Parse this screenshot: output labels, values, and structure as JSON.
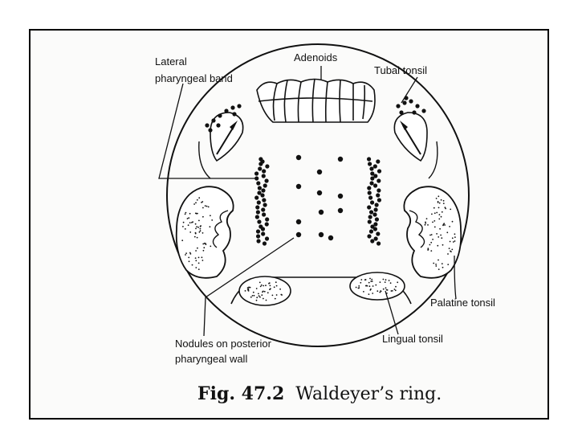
{
  "labels": {
    "lateral_band_line1": "Lateral",
    "lateral_band_line2": "pharyngeal band",
    "adenoids": "Adenoids",
    "tubal_tonsil": "Tubal tonsil",
    "palatine_tonsil": "Palatine tonsil",
    "lingual_tonsil": "Lingual tonsil",
    "nodules_line1": "Nodules on posterior",
    "nodules_line2": "pharyngeal wall"
  },
  "caption": {
    "figure_number": "Fig. 47.2",
    "title": "Waldeyer’s ring."
  },
  "colors": {
    "ink": "#111111",
    "paper": "#fbfbfa"
  }
}
